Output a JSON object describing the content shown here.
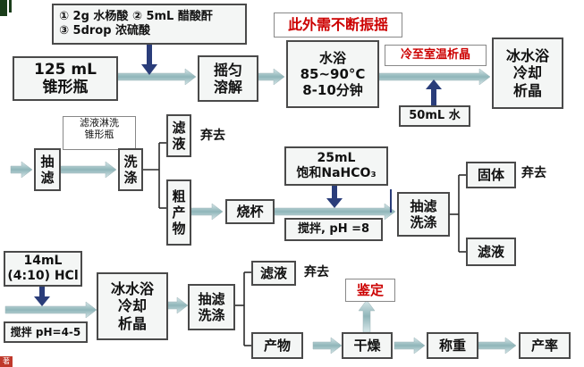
{
  "reagents_box": "① 2g 水杨酸 ② 5mL 醋酸酐\n③ 5drop 浓硫酸",
  "warning": "此外需不断振摇",
  "flask": "125 mL\n锥形瓶",
  "shake_dissolve": "摇匀\n溶解",
  "water_bath": "水浴\n85~90°C\n8-10分钟",
  "cool_room": "冷至室温析晶",
  "ice_bath_top": "冰水浴\n冷却\n析晶",
  "water_50": "50mL 水",
  "rinse_note": "滤液淋洗\n锥形瓶",
  "suction_filter": "抽\n滤",
  "wash": "洗\n涤",
  "filtrate_top": "滤\n液",
  "discard_1": "弃去",
  "crude": "粗\n产\n物",
  "beaker": "烧杯",
  "nahco3": "25mL\n饱和NaHCO₃",
  "stir_ph8": "搅拌, pH =8",
  "filter_wash_mid": "抽滤\n洗涤",
  "solid": "固体",
  "discard_2": "弃去",
  "filtrate_mid": "滤液",
  "hcl": "14mL\n(4:10) HCl",
  "stir_ph45": "搅拌 pH=4-5",
  "ice_bath_bottom": "冰水浴\n冷却\n析晶",
  "filter_wash_bottom": "抽滤\n洗涤",
  "filtrate_bottom": "滤液",
  "discard_3": "弃去",
  "identify": "鉴定",
  "product": "产物",
  "dry": "干燥",
  "weigh": "称重",
  "yield": "产率",
  "badge": "著",
  "colors": {
    "arrow": "#2a3d7a",
    "red": "#cc0000",
    "flow": "#a9c6c9"
  }
}
